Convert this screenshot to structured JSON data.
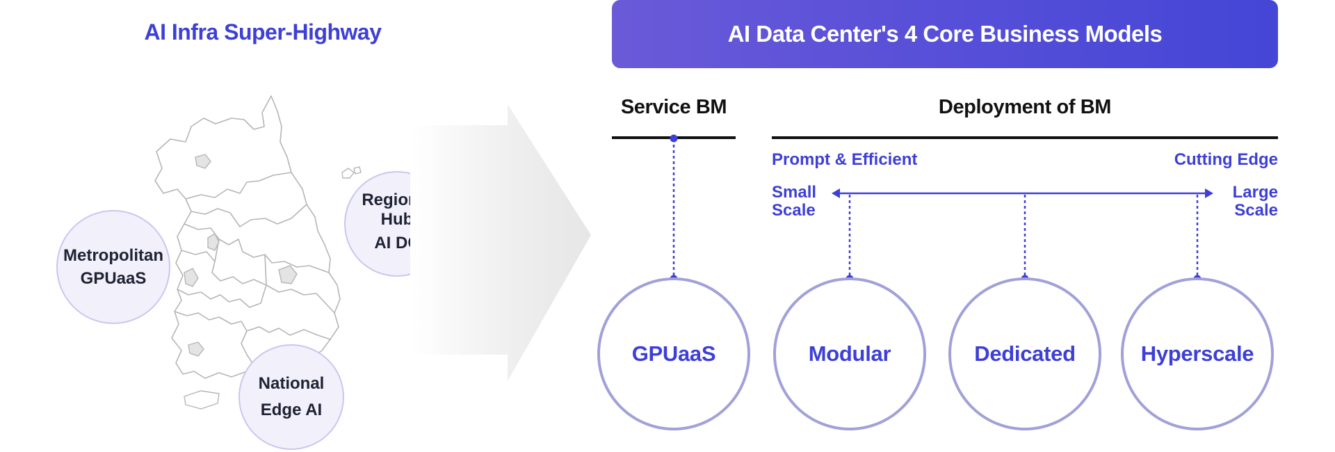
{
  "left": {
    "title": "AI Infra Super-Highway",
    "nodes": [
      {
        "line1": "Metropolitan",
        "line2": "GPUaaS"
      },
      {
        "line1": "Regional",
        "line2": "Hub",
        "line3": "AI DC"
      },
      {
        "line1": "National",
        "line2": "Edge AI"
      }
    ]
  },
  "right": {
    "banner": "AI Data Center's 4 Core Business Models",
    "service_header": "Service BM",
    "deployment_header": "Deployment of BM",
    "left_label": "Prompt & Efficient",
    "right_label": "Cutting Edge",
    "scale_small": [
      "Small",
      "Scale"
    ],
    "scale_large": [
      "Large",
      "Scale"
    ],
    "models": [
      "GPUaaS",
      "Modular",
      "Dedicated",
      "Hyperscale"
    ]
  },
  "colors": {
    "accent": "#3d3fd6",
    "banner_start": "#6a5ad8",
    "banner_end": "#4446d6",
    "circle_border": "#a1a0d9",
    "node_fill": "#f1f0fb"
  }
}
